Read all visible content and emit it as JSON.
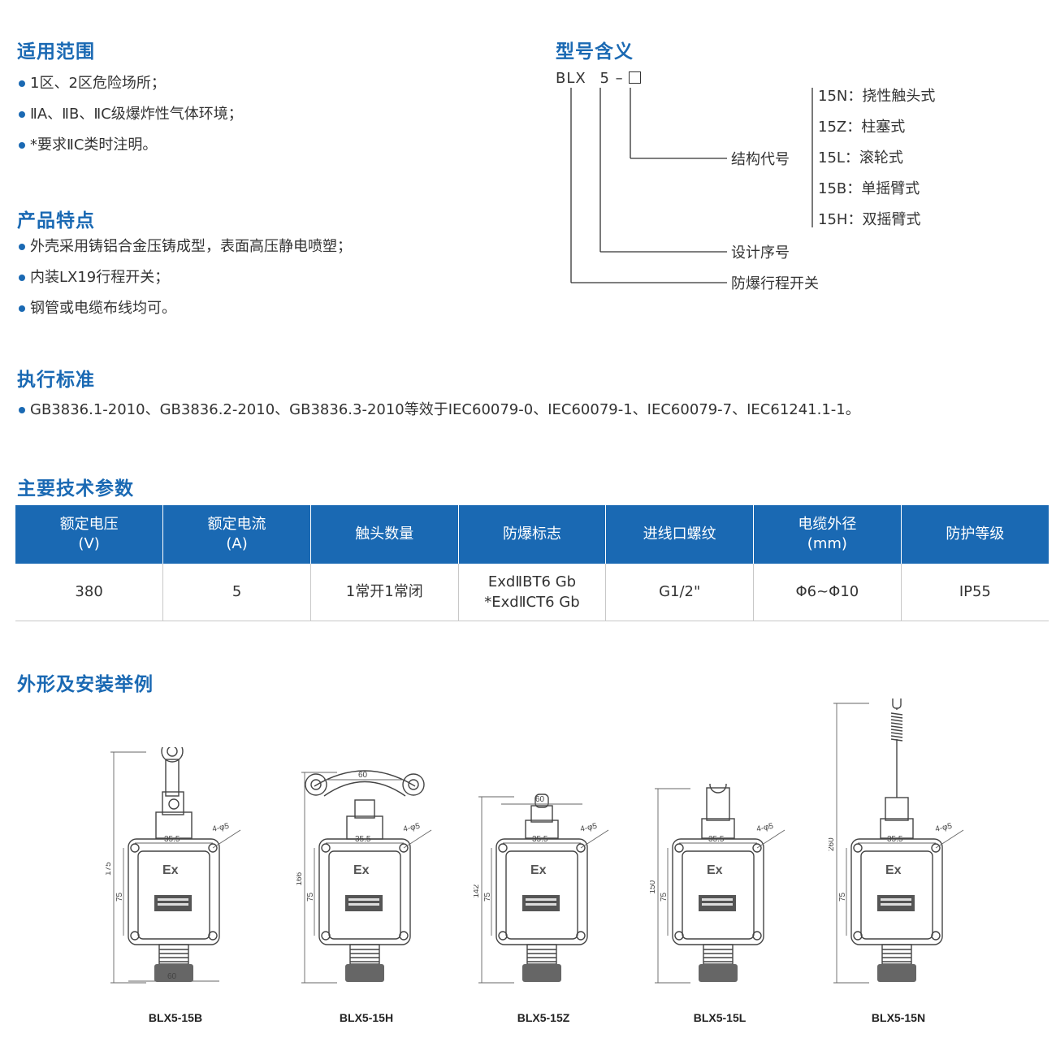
{
  "scope": {
    "title": "适用范围",
    "items": [
      "1区、2区危险场所；",
      "ⅡA、ⅡB、ⅡC级爆炸性气体环境；",
      "*要求ⅡC类时注明。"
    ]
  },
  "features": {
    "title": "产品特点",
    "items": [
      "外壳采用铸铝合金压铸成型，表面高压静电喷塑；",
      "内装LX19行程开关；",
      "钢管或电缆布线均可。"
    ]
  },
  "standards": {
    "title": "执行标准",
    "items": [
      "GB3836.1-2010、GB3836.2-2010、GB3836.3-2010等效于IEC60079-0、IEC60079-1、IEC60079-7、IEC61241.1-1。"
    ]
  },
  "model": {
    "title": "型号含义",
    "code_prefix": "BLX",
    "code_digit": "5",
    "code_dash": "–",
    "structure_label": "结构代号",
    "design_label": "设计序号",
    "type_label": "防爆行程开关",
    "structures": [
      "15N：挠性触头式",
      "15Z：柱塞式",
      "15L：滚轮式",
      "15B：单摇臂式",
      "15H：双摇臂式"
    ]
  },
  "tech": {
    "title": "主要技术参数",
    "headers": [
      [
        "额定电压",
        "(V)"
      ],
      [
        "额定电流",
        "(A)"
      ],
      [
        "触头数量",
        ""
      ],
      [
        "防爆标志",
        ""
      ],
      [
        "进线口螺纹",
        ""
      ],
      [
        "电缆外径",
        "(mm)"
      ],
      [
        "防护等级",
        ""
      ]
    ],
    "row": {
      "voltage": "380",
      "current": "5",
      "contacts": "1常开1常闭",
      "mark_line1": "ExdⅡBT6 Gb",
      "mark_line2": "*ExdⅡCT6 Gb",
      "thread": "G1/2\"",
      "cable": "Φ6~Φ10",
      "protection": "IP55"
    }
  },
  "install": {
    "title": "外形及安装举例",
    "ex_mark": "Ex",
    "hole_spec": "4-φ5",
    "dim_35": "35.5",
    "dim_60": "60",
    "dim_75": "75",
    "models": [
      {
        "name": "BLX5-15B",
        "height": "175"
      },
      {
        "name": "BLX5-15H",
        "height": "166"
      },
      {
        "name": "BLX5-15Z",
        "height": "142"
      },
      {
        "name": "BLX5-15L",
        "height": "150"
      },
      {
        "name": "BLX5-15N",
        "height": "260"
      }
    ]
  }
}
